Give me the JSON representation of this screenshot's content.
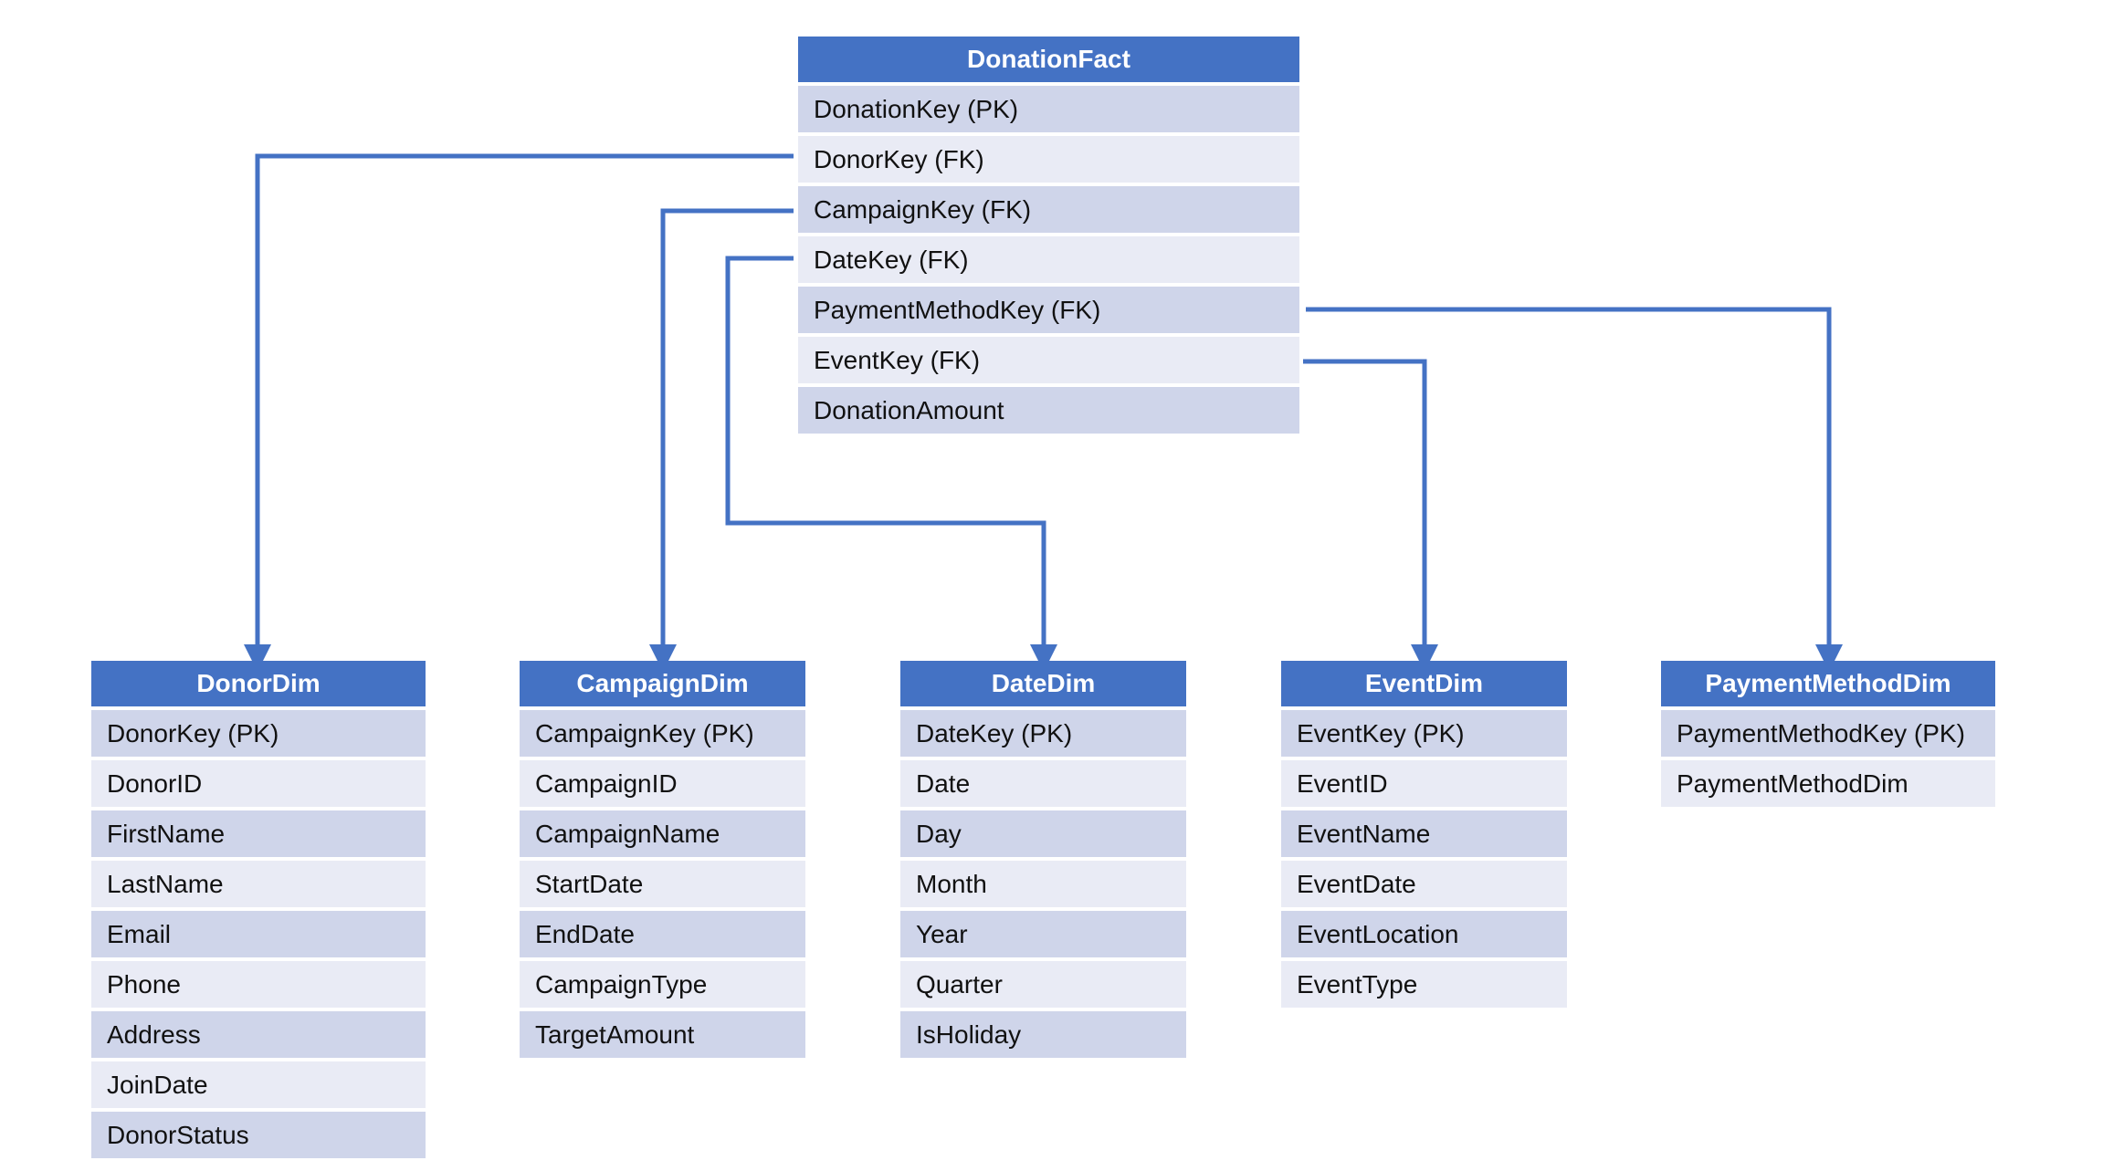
{
  "colors": {
    "header": "#4472c4",
    "row_dark": "#cfd5ea",
    "row_light": "#e9ebf5",
    "connector": "#4472c4"
  },
  "tables": {
    "fact": {
      "title": "DonationFact",
      "fields": [
        "DonationKey (PK)",
        "DonorKey (FK)",
        "CampaignKey (FK)",
        "DateKey (FK)",
        "PaymentMethodKey (FK)",
        "EventKey (FK)",
        "DonationAmount"
      ]
    },
    "donor": {
      "title": "DonorDim",
      "fields": [
        "DonorKey (PK)",
        "DonorID",
        "FirstName",
        "LastName",
        "Email",
        "Phone",
        "Address",
        "JoinDate",
        "DonorStatus"
      ]
    },
    "campaign": {
      "title": "CampaignDim",
      "fields": [
        "CampaignKey (PK)",
        "CampaignID",
        "CampaignName",
        "StartDate",
        "EndDate",
        "CampaignType",
        "TargetAmount"
      ]
    },
    "date": {
      "title": "DateDim",
      "fields": [
        "DateKey (PK)",
        "Date",
        "Day",
        "Month",
        "Year",
        "Quarter",
        "IsHoliday"
      ]
    },
    "event": {
      "title": "EventDim",
      "fields": [
        "EventKey (PK)",
        "EventID",
        "EventName",
        "EventDate",
        "EventLocation",
        "EventType"
      ]
    },
    "payment": {
      "title": "PaymentMethodDim",
      "fields": [
        "PaymentMethodKey (PK)",
        "PaymentMethodDim"
      ]
    }
  },
  "relationships": [
    {
      "from": "DonorKey (FK)",
      "to": "DonorDim"
    },
    {
      "from": "CampaignKey (FK)",
      "to": "CampaignDim"
    },
    {
      "from": "DateKey (FK)",
      "to": "DateDim"
    },
    {
      "from": "EventKey (FK)",
      "to": "EventDim"
    },
    {
      "from": "PaymentMethodKey (FK)",
      "to": "PaymentMethodDim"
    }
  ]
}
